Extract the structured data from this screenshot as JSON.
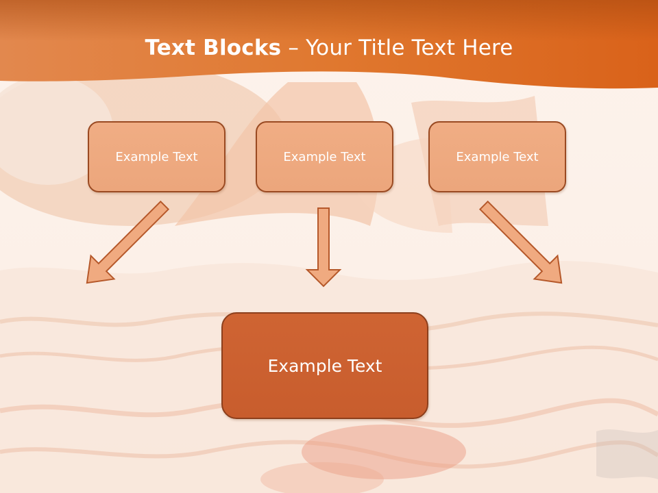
{
  "slide": {
    "title_bold": "Text Blocks",
    "title_rest": " – Your Title Text Here",
    "blocks": [
      {
        "label": "Example Text"
      },
      {
        "label": "Example Text"
      },
      {
        "label": "Example Text"
      }
    ],
    "main_block": {
      "label": "Example Text"
    }
  },
  "colors": {
    "header_orange": "#e07026",
    "box_fill": "#eca67c",
    "box_border": "#9a4a22",
    "main_box_fill": "#c85d2d",
    "arrow_fill": "#f0aa80"
  },
  "icons": {
    "arrows": [
      "arrow-down-right-icon",
      "arrow-down-icon",
      "arrow-down-left-icon"
    ]
  }
}
